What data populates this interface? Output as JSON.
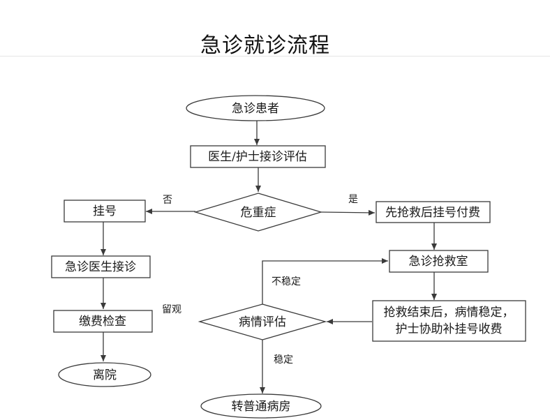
{
  "title": "急诊就诊流程",
  "nodes": {
    "patient": "急诊患者",
    "assess": "医生/护士接诊评估",
    "critical": "危重症",
    "register": "挂号",
    "er_doctor": "急诊医生接诊",
    "pay_exam": "缴费检查",
    "leave": "离院",
    "rescue_first": "先抢救后挂号付费",
    "rescue_room": "急诊抢救室",
    "stable_line1": "抢救结束后，病情稳定，",
    "stable_line2": "护士协助补挂号收费",
    "evaluate": "病情评估",
    "transfer": "转普通病房"
  },
  "labels": {
    "no": "否",
    "yes": "是",
    "observe": "留观",
    "unstable": "不稳定",
    "stable": "稳定"
  }
}
